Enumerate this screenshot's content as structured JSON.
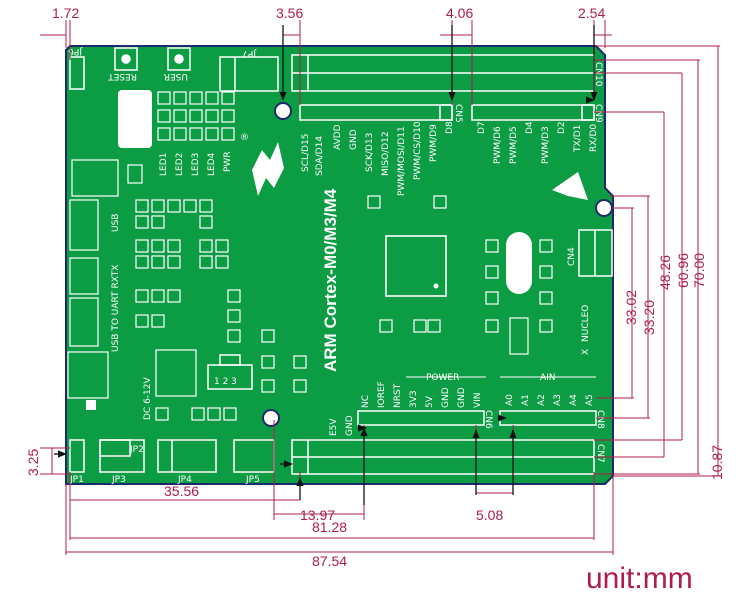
{
  "unit_label": "unit:mm",
  "dimensions": {
    "top_left": "1.72",
    "top_hole": "3.56",
    "top_mid": "4.06",
    "top_right": "2.54",
    "bottom_left": "3.25",
    "bottom_jp": "35.56",
    "bottom_hole": "13.97",
    "bottom_mid": "5.08",
    "bottom_cn": "81.28",
    "bottom_total": "87.54",
    "right_bottom": "10.87",
    "right_v1": "33.02",
    "right_v2": "33.20",
    "right_v3": "48.26",
    "right_v4": "60.96",
    "right_v5": "70.00"
  },
  "board": {
    "title": "ARM Cortex-M0/M3/M4",
    "nucleo": "NUCLEO",
    "nucleo_prefix": "X",
    "jumpers": [
      "JP6",
      "JP7",
      "JP1",
      "JP2",
      "JP3",
      "JP4",
      "JP5"
    ],
    "buttons": [
      "RESET",
      "USER"
    ],
    "connectors": [
      "CN10",
      "CN5",
      "CN9",
      "CN4",
      "CN6",
      "CN8",
      "CN7"
    ],
    "leds": [
      "LED1",
      "LED2",
      "LED3",
      "LED4",
      "PWR"
    ],
    "side_labels": [
      "USB",
      "USB TO UART RXTX",
      "DC 6-12V"
    ],
    "cn5_pins": [
      "SCL/D15",
      "SDA/D14",
      "AVDD",
      "GND",
      "SCK/D13",
      "MISO/D12",
      "PWM/MOSI/D11",
      "PWM/CS/D10",
      "PWM/D9",
      "D8"
    ],
    "cn9_pins": [
      "D7",
      "PWM/D6",
      "PWM/D5",
      "D4",
      "PWM/D3",
      "D2",
      "TX/D1",
      "RX/D0"
    ],
    "power_label": "POWER",
    "power_pins": [
      "NC",
      "IOREF",
      "NRST",
      "3V3",
      "5V",
      "GND",
      "GND",
      "VIN"
    ],
    "ain_label": "AIN",
    "ain_pins": [
      "A0",
      "A1",
      "A2",
      "A3",
      "A4",
      "A5"
    ],
    "misc": [
      "E5V",
      "GND",
      "1 2 3"
    ]
  },
  "colors": {
    "board": "#0c9c44",
    "dimension": "#b01c4a",
    "edge": "#1a2a6c"
  }
}
